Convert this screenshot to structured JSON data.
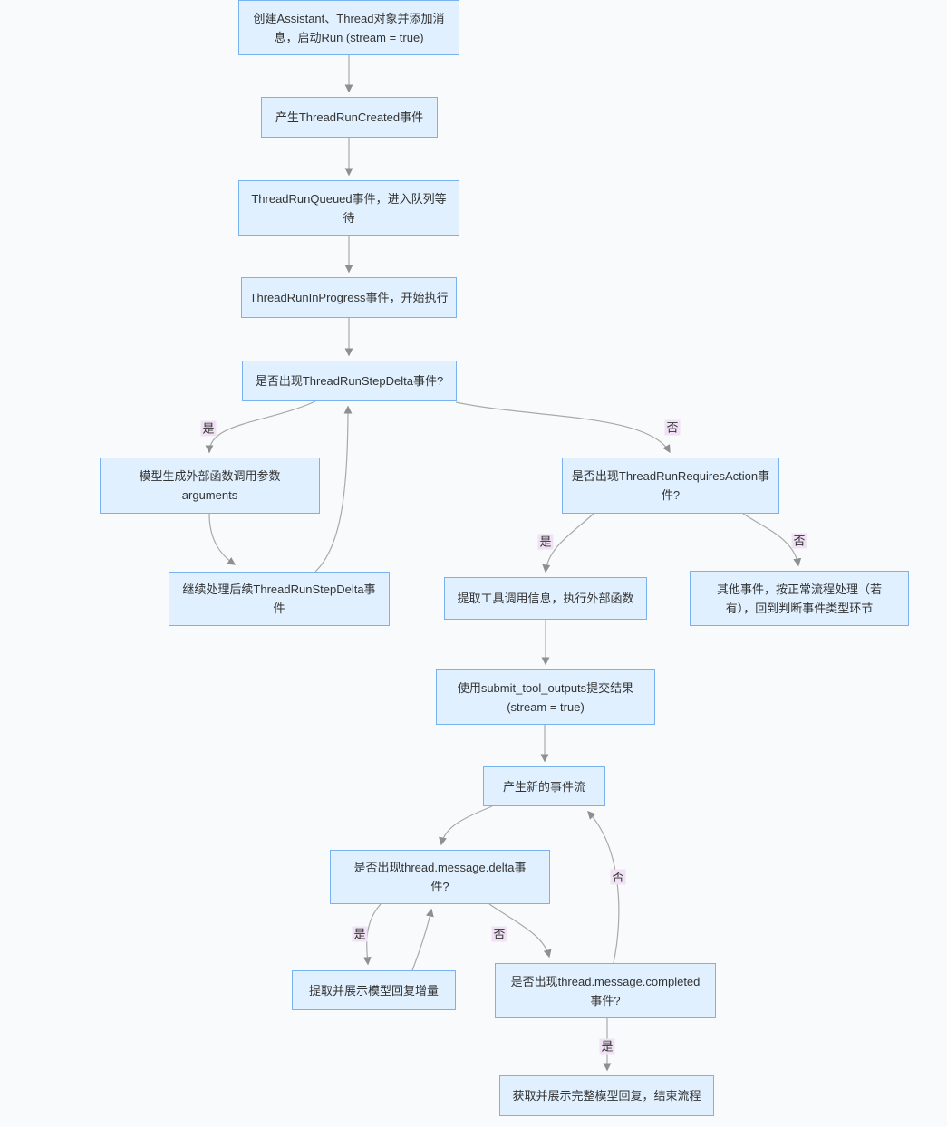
{
  "diagram": {
    "type": "flowchart",
    "direction": "top-down",
    "description_language": "zh-CN"
  },
  "nodes": {
    "create_run": {
      "label": "创建Assistant、Thread对象并添加消\n息，启动Run (stream = true)"
    },
    "thread_run_created": {
      "label": "产生ThreadRunCreated事件"
    },
    "thread_run_queued": {
      "label": "ThreadRunQueued事件，进入队列等\n待"
    },
    "thread_run_in_progress": {
      "label": "ThreadRunInProgress事件，开始执行"
    },
    "step_delta_question": {
      "label": "是否出现ThreadRunStepDelta事件?"
    },
    "generate_arguments": {
      "label": "模型生成外部函数调用参数\narguments"
    },
    "continue_step_delta": {
      "label": "继续处理后续ThreadRunStepDelta事\n件"
    },
    "requires_action_question": {
      "label": "是否出现ThreadRunRequiresAction事\n件?"
    },
    "extract_tool_calls": {
      "label": "提取工具调用信息，执行外部函数"
    },
    "other_events": {
      "label": "其他事件，按正常流程处理（若\n有），回到判断事件类型环节"
    },
    "submit_tool_outputs": {
      "label": "使用submit_tool_outputs提交结果\n(stream = true)"
    },
    "new_event_stream": {
      "label": "产生新的事件流"
    },
    "message_delta_question": {
      "label": "是否出现thread.message.delta事\n件?"
    },
    "show_delta": {
      "label": "提取并展示模型回复增量"
    },
    "message_completed_question": {
      "label": "是否出现thread.message.completed\n事件?"
    },
    "show_full_reply": {
      "label": "获取并展示完整模型回复，结束流程"
    }
  },
  "edge_labels": [
    {
      "text": "是"
    },
    {
      "text": "否"
    },
    {
      "text": "是"
    },
    {
      "text": "否"
    },
    {
      "text": "是"
    },
    {
      "text": "否"
    },
    {
      "text": "否"
    },
    {
      "text": "是"
    }
  ],
  "colors": {
    "background": "#f9fafb",
    "node_fill": "#e1f0fe",
    "node_border": "#79b2f0",
    "edge_line": "#a9a9a9",
    "arrowhead": "#8f8f8f",
    "edge_label_background": "#f0e2f4",
    "text": "#333333"
  }
}
